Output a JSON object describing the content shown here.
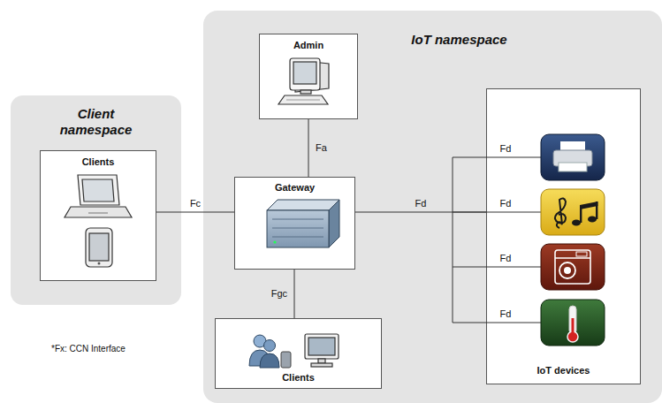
{
  "diagram": {
    "nodes": [
      {
        "text": [
          "Client namespace"
        ]
      },
      {
        "text": [
          "Clients"
        ],
        "in": 0
      },
      {
        "text": [
          "IoT namespace"
        ]
      },
      {
        "text": [
          "Admin"
        ],
        "in": 2
      },
      {
        "text": [
          "Gateway"
        ],
        "in": 2
      },
      {
        "text": [
          "Clients"
        ],
        "in": 2
      },
      {
        "text": [
          "IoT devices"
        ],
        "in": 2
      }
    ],
    "edges": [
      {
        "from": 1,
        "to": 4,
        "label": "Fc",
        "arrow": "none"
      },
      {
        "from": 3,
        "to": 4,
        "label": "Fa",
        "arrow": "none"
      },
      {
        "from": 4,
        "to": 6,
        "label": "Fd",
        "arrow": "none"
      },
      {
        "from": 4,
        "to": 5,
        "label": "Fgc",
        "arrow": "none"
      }
    ],
    "labels": [
      "Fd",
      "Fd",
      "Fd",
      "Fd",
      "*Fx: CCN Interface"
    ]
  }
}
